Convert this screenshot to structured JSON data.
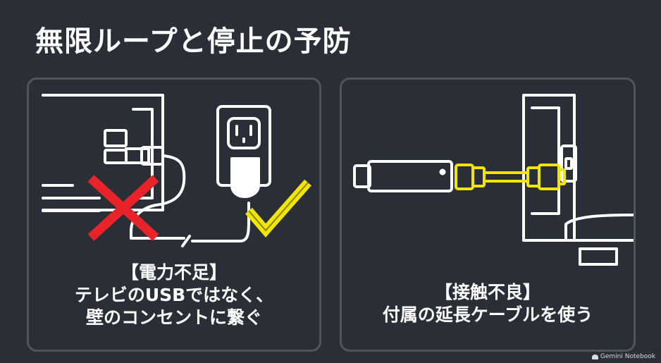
{
  "title": "無限ループと停止の予防",
  "left_panel": {
    "heading": "【電力不足】",
    "line1": "テレビのUSBではなく、",
    "line2": "壁のコンセントに繋ぐ",
    "cross_icon": "red-x-icon",
    "check_icon": "yellow-check-icon"
  },
  "right_panel": {
    "heading": "【接触不良】",
    "line1": "付属の延長ケーブルを使う"
  },
  "brand": "Gemini Notebook",
  "colors": {
    "background": "#2a2f37",
    "panel_border": "#4f555e",
    "line": "#ffffff",
    "cross": "#e8232a",
    "highlight": "#f2e600"
  }
}
